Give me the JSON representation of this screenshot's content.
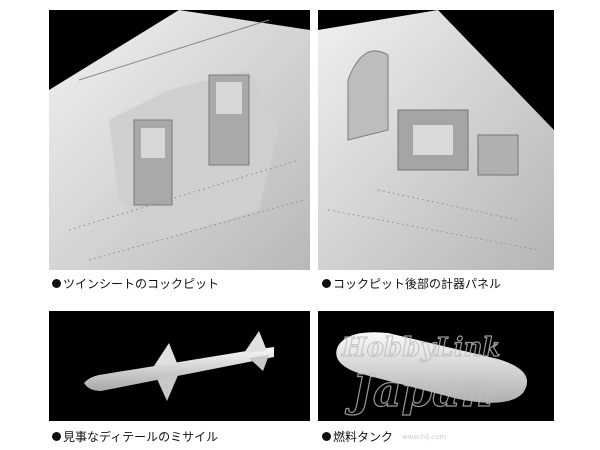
{
  "panels": [
    {
      "caption": "ツインシートのコックピット",
      "icon": "bullet-dot"
    },
    {
      "caption": "コックピット後部の計器パネル",
      "icon": "bullet-dot"
    },
    {
      "caption": "見事なディテールのミサイル",
      "icon": "bullet-dot"
    },
    {
      "caption": "燃料タンク",
      "icon": "bullet-dot"
    }
  ],
  "watermark": {
    "line1": "HobbyLink",
    "line2": "Japan",
    "url": "www.hlj.com"
  },
  "colors": {
    "panel_bg": "#000000",
    "model_light": "#e8e8e8",
    "model_shadow": "#9a9a9a"
  }
}
